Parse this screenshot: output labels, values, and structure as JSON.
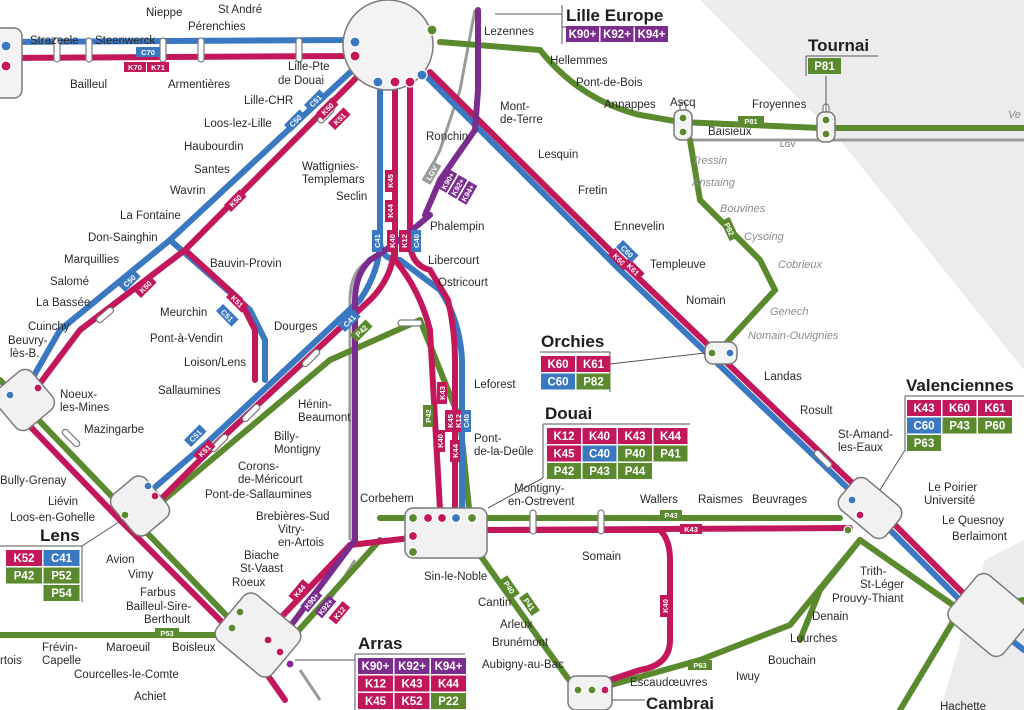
{
  "colors": {
    "magenta": "#c2185b",
    "blue": "#3a78c2",
    "green": "#5b8a2e",
    "purple": "#7b2d8e",
    "grey": "#9a9a9a",
    "grey_zone": "#ececee",
    "station_fill": "#ffffff",
    "interchange_fill": "#f1f1f1"
  },
  "hubs": {
    "lille_europe": {
      "name": "Lille Europe",
      "lines": [
        "K90+",
        "K92+",
        "K94+"
      ],
      "colors": [
        "purple",
        "purple",
        "purple"
      ]
    },
    "tournai": {
      "name": "Tournai",
      "lines": [
        "P81"
      ],
      "colors": [
        "green"
      ]
    },
    "orchies": {
      "name": "Orchies",
      "lines": [
        "K60",
        "K61",
        "C60",
        "P82"
      ],
      "colors": [
        "magenta",
        "magenta",
        "blue",
        "green"
      ]
    },
    "douai": {
      "name": "Douai",
      "lines": [
        "K12",
        "K40",
        "K43",
        "K44",
        "K45",
        "C40",
        "P40",
        "P41",
        "P42",
        "P43",
        "P44"
      ],
      "colors": [
        "magenta",
        "magenta",
        "magenta",
        "magenta",
        "magenta",
        "blue",
        "green",
        "green",
        "green",
        "green",
        "green"
      ]
    },
    "valenciennes": {
      "name": "Valenciennes",
      "lines": [
        "K43",
        "K60",
        "K61",
        "C60",
        "P43",
        "P60",
        "P63"
      ],
      "colors": [
        "magenta",
        "magenta",
        "magenta",
        "blue",
        "green",
        "green",
        "green"
      ]
    },
    "lens": {
      "name": "Lens",
      "lines": [
        "K52",
        "C41",
        "P42",
        "P52",
        "P54"
      ],
      "colors": [
        "magenta",
        "blue",
        "green",
        "green",
        "green"
      ]
    },
    "arras": {
      "name": "Arras",
      "lines": [
        "K90+",
        "K92+",
        "K94+",
        "K12",
        "K43",
        "K44",
        "K45",
        "K52",
        "P22"
      ],
      "colors": [
        "purple",
        "purple",
        "purple",
        "magenta",
        "magenta",
        "magenta",
        "magenta",
        "magenta",
        "green"
      ]
    },
    "cambrai": {
      "name": "Cambrai"
    }
  },
  "stations": {
    "strazeele": "Strazeele",
    "steenwerck": "Steenwerck",
    "nieppe": "Nieppe",
    "st_andre": "St André",
    "perenchies": "Pérenchies",
    "bailleul": "Bailleul",
    "armentieres": "Armentières",
    "lille_pte_douai": "Lille-Pte\nde Douai",
    "lille_chr": "Lille-CHR",
    "loos_lez_lille": "Loos-lez-Lille",
    "haubourdin": "Haubourdin",
    "santes": "Santes",
    "wavrin": "Wavrin",
    "la_fontaine": "La Fontaine",
    "don_sainghin": "Don-Sainghin",
    "marquillies": "Marquillies",
    "bauvin_provin": "Bauvin-Provin",
    "salome": "Salomé",
    "la_bassee": "La Bassée",
    "cuinchy": "Cuinchy",
    "beuvry": "Beuvry-\nlès-B.",
    "meurchin": "Meurchin",
    "pont_a_vendin": "Pont-à-Vendin",
    "loison": "Loison/Lens",
    "sallaumines": "Sallaumines",
    "dourges": "Dourges",
    "noeux": "Noeux-\nles-Mines",
    "mazingarbe": "Mazingarbe",
    "grenay": "Bully-Grenay",
    "lievin": "Liévin",
    "loos_gohelle": "Loos-en-Gohelle",
    "henin": "Hénin-\nBeaumont",
    "billy": "Billy-\nMontigny",
    "corons": "Corons-\nde-Méricourt",
    "pont_sallaumines": "Pont-de-Sallaumines",
    "wattignies": "Wattignies-\nTemplemars",
    "seclin": "Seclin",
    "ronchin": "Ronchin",
    "phalempin": "Phalempin",
    "libercourt": "Libercourt",
    "ostricourt": "Ostricourt",
    "leforest": "Leforest",
    "pont_deule": "Pont-\nde-la-Deûle",
    "lezennes": "Lezennes",
    "hellemmes": "Hellemmes",
    "pont_de_bois": "Pont-de-Bois",
    "annappes": "Annappes",
    "ascq": "Ascq",
    "mont_terre": "Mont-\nde-Terre",
    "lesquin": "Lesquin",
    "fretin": "Fretin",
    "ennevelin": "Ennevelin",
    "templeuve": "Templeuve",
    "nomain": "Nomain",
    "baisieux": "Baisieux",
    "froyennes": "Froyennes",
    "tressin": "Tressin",
    "anstaing": "Anstaing",
    "bouvines": "Bouvines",
    "cysoing": "Cysoing",
    "cobrieux": "Cobrieux",
    "genech": "Genech",
    "nomain_ouvignies": "Nomain-Ouvignies",
    "landas": "Landas",
    "rosult": "Rosult",
    "st_amand": "St-Amand-\nles-Eaux",
    "le_poirier": "Le Poirier\nUniversité",
    "le_quesnoy": "Le Quesnoy",
    "berlaimont": "Berlaimont",
    "corbehem": "Corbehem",
    "montigny": "Montigny-\nen-Ostrevent",
    "wallers": "Wallers",
    "raismes": "Raismes",
    "beuvrages": "Beuvrages",
    "somain": "Somain",
    "sin_le_noble": "Sin-le-Noble",
    "cantin": "Cantin",
    "arleux": "Arleux",
    "brunemont": "Brunémont",
    "aubigny": "Aubigny-au-Bac",
    "escaudoeuvres": "Escaudœuvres",
    "iwuy": "Iwuy",
    "bouchain": "Bouchain",
    "lourches": "Lourches",
    "denain": "Denain",
    "trith": "Trith-\nSt-Léger",
    "prouvy": "Prouvy-Thiant",
    "brebieres": "Brebières-Sud",
    "vitry": "Vitry-\nen-Artois",
    "biache": "Biache\nSt-Vaast",
    "roeux": "Roeux",
    "avion": "Avion",
    "vimy": "Vimy",
    "farbus": "Farbus",
    "bailleul_sire": "Bailleul-Sire-\nBerthoult",
    "maroeuil": "Maroeuil",
    "boisleux": "Boisleux",
    "frevin": "Frévin-\nCapelle",
    "courcelles": "Courcelles-le-Comte",
    "achiet": "Achiet",
    "hachette": "Hachette",
    "artois": "rtois",
    "ve": "Ve"
  },
  "line_tags": {
    "c70": "C70",
    "k70": "K70",
    "k71": "K71",
    "c50": "C50",
    "c51": "C51",
    "k50": "K50",
    "k51": "K51",
    "p81": "P81",
    "lgv": "LGV",
    "p82": "P82",
    "k90": "K90+",
    "k92": "K92+",
    "k94": "K94+",
    "k45": "K45",
    "k44": "K44",
    "k12": "K12",
    "c41": "C41",
    "k40": "K40",
    "c40": "C40",
    "p42": "P42",
    "p43": "P43",
    "k43": "K43",
    "p40": "P40",
    "p41": "P41",
    "p44": "P44",
    "p53": "P53",
    "p63": "P63",
    "k60": "K60",
    "k61": "K61",
    "c60": "C60"
  }
}
